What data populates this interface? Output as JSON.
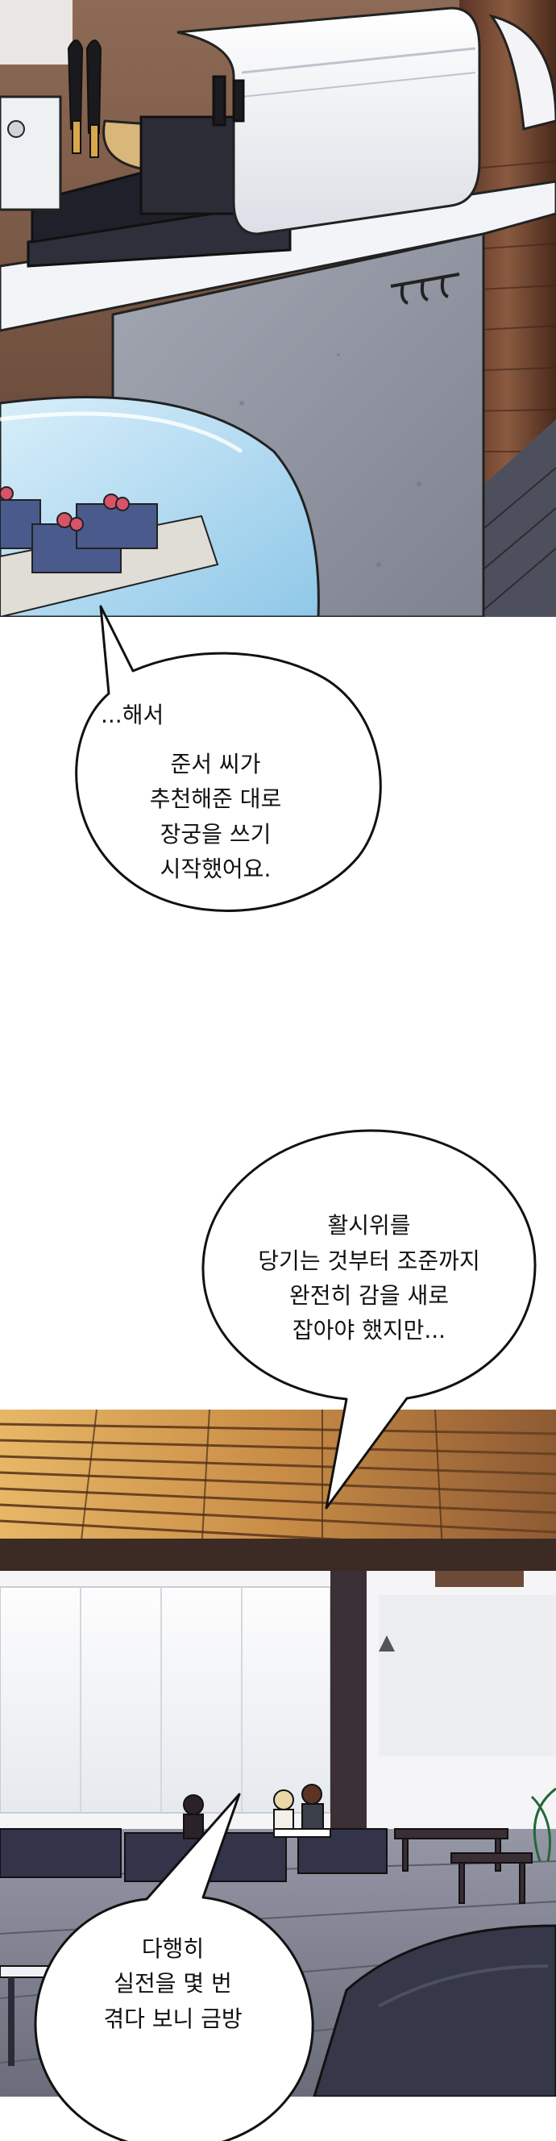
{
  "bubbles": [
    {
      "lines": [
        "...해서",
        "준서 씨가",
        "추천해준 대로",
        "장궁을 쓰기",
        "시작했어요."
      ]
    },
    {
      "lines": [
        "활시위를",
        "당기는 것부터 조준까지",
        "완전히 감을 새로",
        "잡아야 했지만..."
      ]
    },
    {
      "lines": [
        "다행히",
        "실전을 몇 번",
        "겪다 보니 금방"
      ]
    }
  ],
  "colors": {
    "bubble_fill": "#ffffff",
    "bubble_stroke": "#111111",
    "wood_dark": "#6e4530",
    "ceiling_gold": "#d9a85a",
    "glass_blue": "#a9d6ee",
    "floor_gray": "#7d7f8e"
  }
}
